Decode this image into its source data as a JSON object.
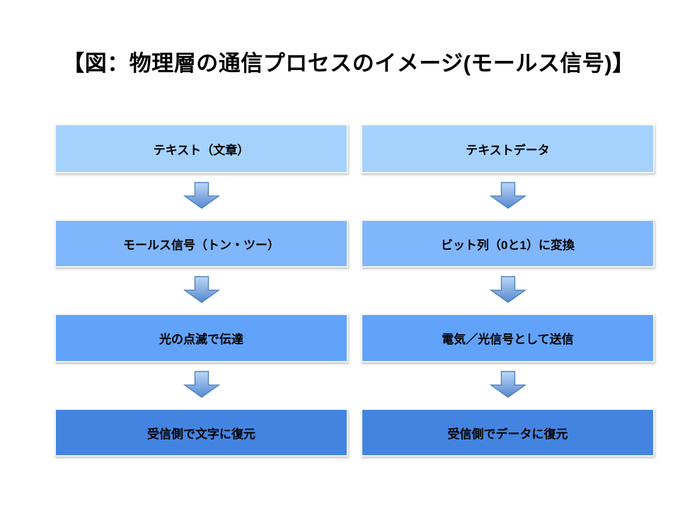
{
  "title": "【図：物理層の通信プロセスのイメージ(モールス信号)】",
  "colors": {
    "background": "#FFFFFF",
    "step_row1": "#A5D2FD",
    "step_row2": "#80B6FB",
    "step_row3": "#61A3FA",
    "step_row4": "#4384E1",
    "step_text": "#000000",
    "arrow_gradient_top": "#BBD8F7",
    "arrow_gradient_bottom": "#5587CE",
    "arrow_stroke": "#4C7DBF"
  },
  "columns": [
    {
      "id": "morse-signal-flow",
      "steps": [
        {
          "label": "テキスト（文章）"
        },
        {
          "label": "モールス信号（トン・ツー）"
        },
        {
          "label": "光の点滅で伝達"
        },
        {
          "label": "受信側で文字に復元"
        }
      ]
    },
    {
      "id": "digital-data-flow",
      "steps": [
        {
          "label": "テキストデータ"
        },
        {
          "label": "ビット列（0と1）に変換"
        },
        {
          "label": "電気／光信号として送信"
        },
        {
          "label": "受信側でデータに復元"
        }
      ]
    }
  ]
}
